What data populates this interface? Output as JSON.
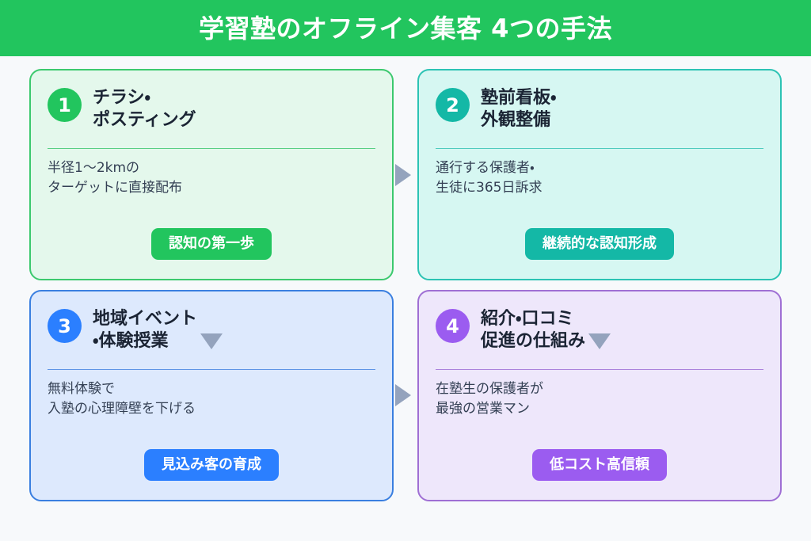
{
  "header": {
    "title": "学習塾のオフライン集客 4つの手法",
    "background_color": "#22c55e",
    "text_color": "#ffffff"
  },
  "page": {
    "background_color": "#f7f9fb"
  },
  "cards": [
    {
      "number": "1",
      "title": "チラシ・\nポスティング",
      "body": "半径1〜2kmの\nターゲットに直接配布",
      "pill_label": "認知の第一歩",
      "accent_color": "#22c55e",
      "background_color": "#e4f8ec",
      "border_color": "#3cc96e"
    },
    {
      "number": "2",
      "title": "塾前看板・\n外観整備",
      "body": "通行する保護者・\n生徒に365日訴求",
      "pill_label": "継続的な認知形成",
      "accent_color": "#14b8a6",
      "background_color": "#d6f7f2",
      "border_color": "#2cc3b4"
    },
    {
      "number": "3",
      "title": "地域イベント\n・体験授業",
      "body": "無料体験で\n入塾の心理障壁を下げる",
      "pill_label": "見込み客の育成",
      "accent_color": "#2b7fff",
      "background_color": "#dde9fd",
      "border_color": "#3a7fe0"
    },
    {
      "number": "4",
      "title": "紹介・口コミ\n促進の仕組み",
      "body": "在塾生の保護者が\n最強の営業マン",
      "pill_label": "低コスト高信頼",
      "accent_color": "#9b5cf0",
      "background_color": "#eee7fb",
      "border_color": "#9f6fd4"
    }
  ],
  "connectors": [
    {
      "name": "arrow-card1-to-card2",
      "direction": "right",
      "color": "#94a3bd"
    },
    {
      "name": "arrow-card1-to-card3",
      "direction": "down",
      "color": "#94a3bd"
    },
    {
      "name": "arrow-card2-to-card4",
      "direction": "down",
      "color": "#94a3bd"
    },
    {
      "name": "arrow-card3-to-card4",
      "direction": "right",
      "color": "#94a3bd"
    }
  ]
}
